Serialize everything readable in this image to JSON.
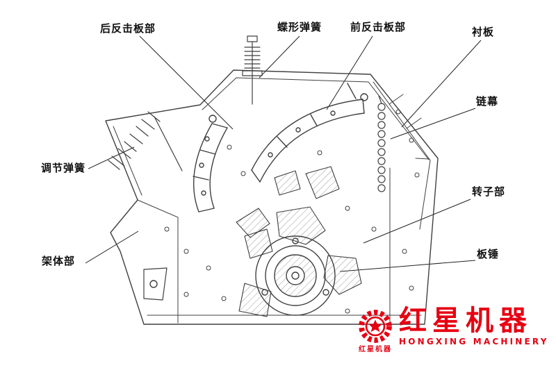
{
  "diagram": {
    "subject": "impact-crusher-structure-diagram",
    "background": "#ffffff",
    "line_color": "#3f3f3f"
  },
  "labels": [
    {
      "id": "rear-impact-plate",
      "text": "后反击板部"
    },
    {
      "id": "disc-spring",
      "text": "蝶形弹簧"
    },
    {
      "id": "front-impact-plate",
      "text": "前反击板部"
    },
    {
      "id": "liner-plate",
      "text": "衬板"
    },
    {
      "id": "chain-curtain",
      "text": "链幕"
    },
    {
      "id": "adjusting-spring",
      "text": "调节弹簧"
    },
    {
      "id": "rotor",
      "text": "转子部"
    },
    {
      "id": "frame",
      "text": "架体部"
    },
    {
      "id": "blow-bar",
      "text": "板锤"
    }
  ],
  "logo": {
    "brand_cn": "红星机器",
    "brand_en": "HONGXING MACHINERY",
    "small_cn": "红星机器",
    "color": "#e60012",
    "icon": "gear-star-icon"
  }
}
